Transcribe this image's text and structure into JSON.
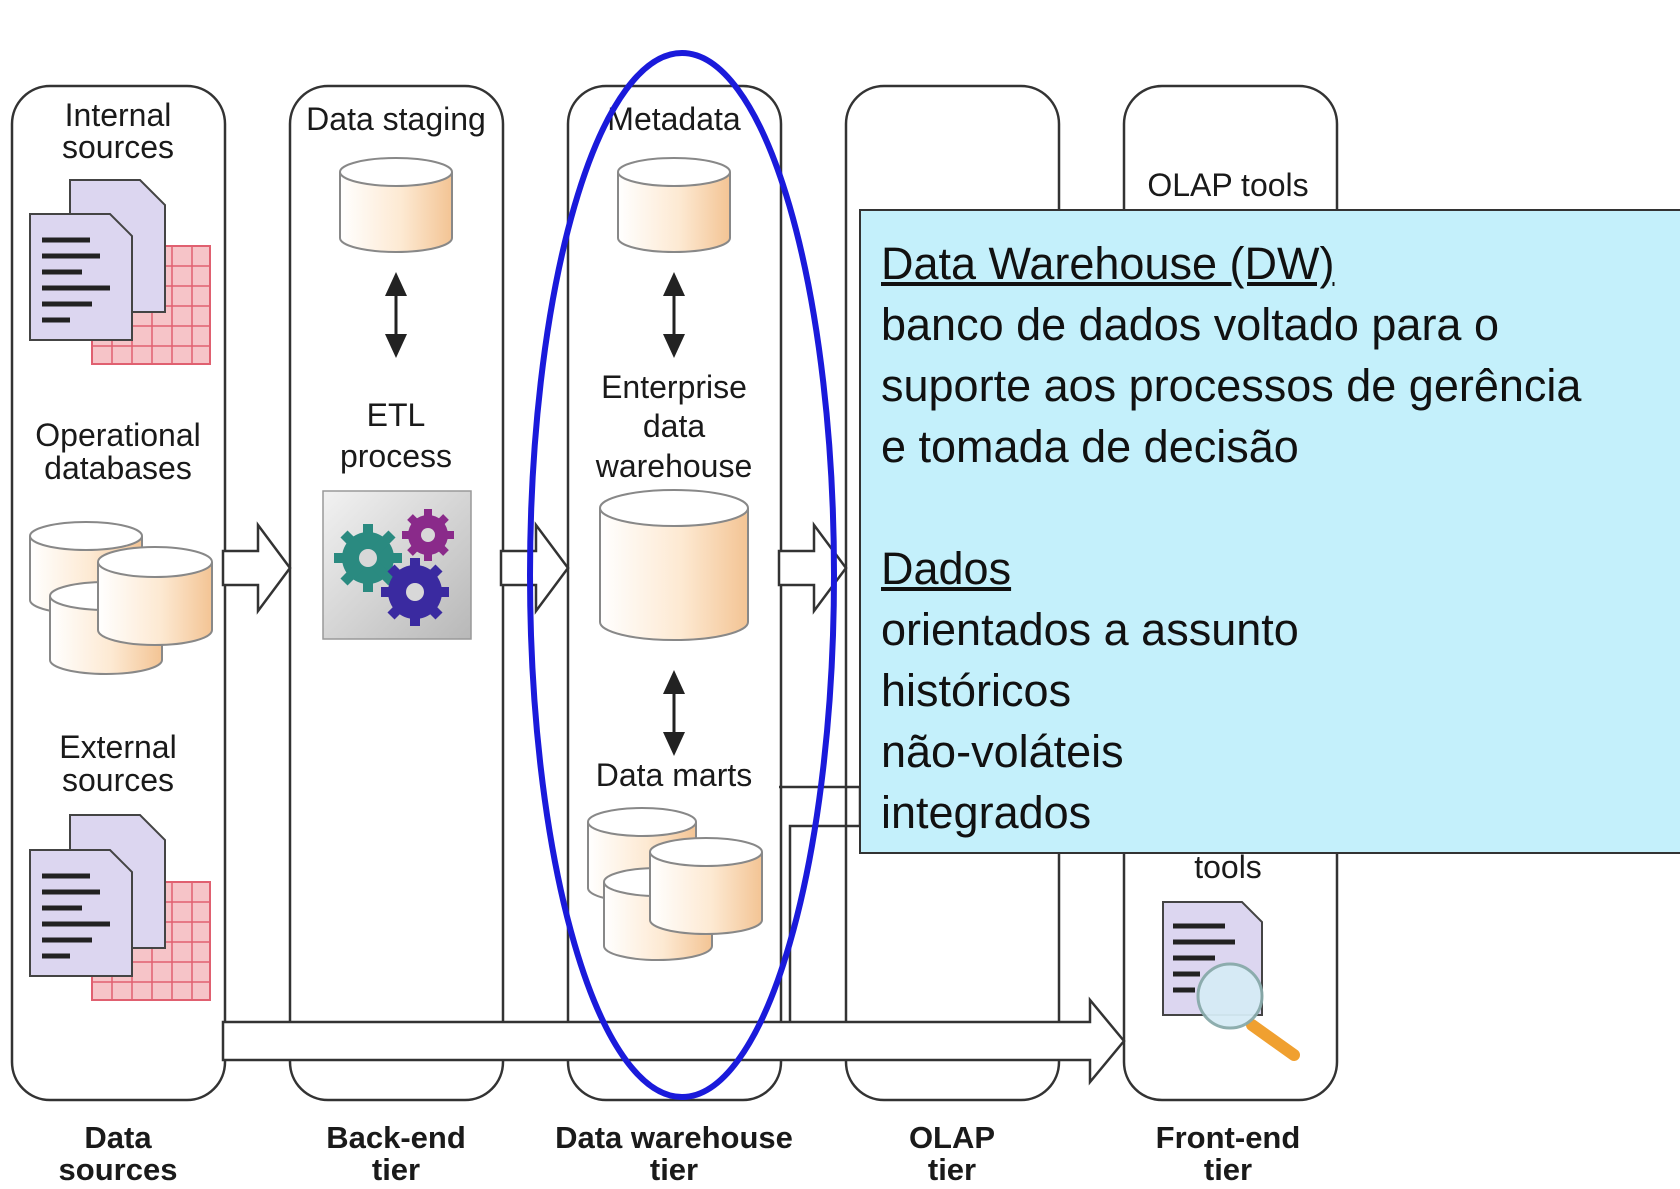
{
  "tiers": [
    {
      "line1": "Data",
      "line2": "sources"
    },
    {
      "line1": "Back-end",
      "line2": "tier"
    },
    {
      "line1": "Data warehouse",
      "line2": "tier"
    },
    {
      "line1": "OLAP",
      "line2": "tier"
    },
    {
      "line1": "Front-end",
      "line2": "tier"
    }
  ],
  "data_sources": {
    "internal": [
      "Internal",
      "sources"
    ],
    "operational": [
      "Operational",
      "databases"
    ],
    "external": [
      "External",
      "sources"
    ]
  },
  "backend": {
    "staging": "Data staging",
    "etl": [
      "ETL",
      "process"
    ]
  },
  "warehouse": {
    "metadata": "Metadata",
    "enterprise": [
      "Enterprise",
      "data",
      "warehouse"
    ],
    "marts": "Data marts"
  },
  "frontend": {
    "olap_tools": "OLAP tools",
    "tools": "tools"
  },
  "callout": {
    "title": "Data Warehouse (DW)",
    "definition": [
      "banco de dados voltado para o",
      "suporte aos processos de gerência",
      "e tomada de decisão"
    ],
    "data_heading": "Dados",
    "properties": [
      "orientados a assunto",
      "históricos",
      "não-voláteis",
      "integrados"
    ]
  },
  "colors": {
    "highlight_ellipse": "#1a1adb",
    "callout_background": "#c4f0fb",
    "cylinder_fill": "#fbe3c6",
    "grid_pink": "#f0a0a8",
    "document_lavender": "#dcd6f0"
  }
}
